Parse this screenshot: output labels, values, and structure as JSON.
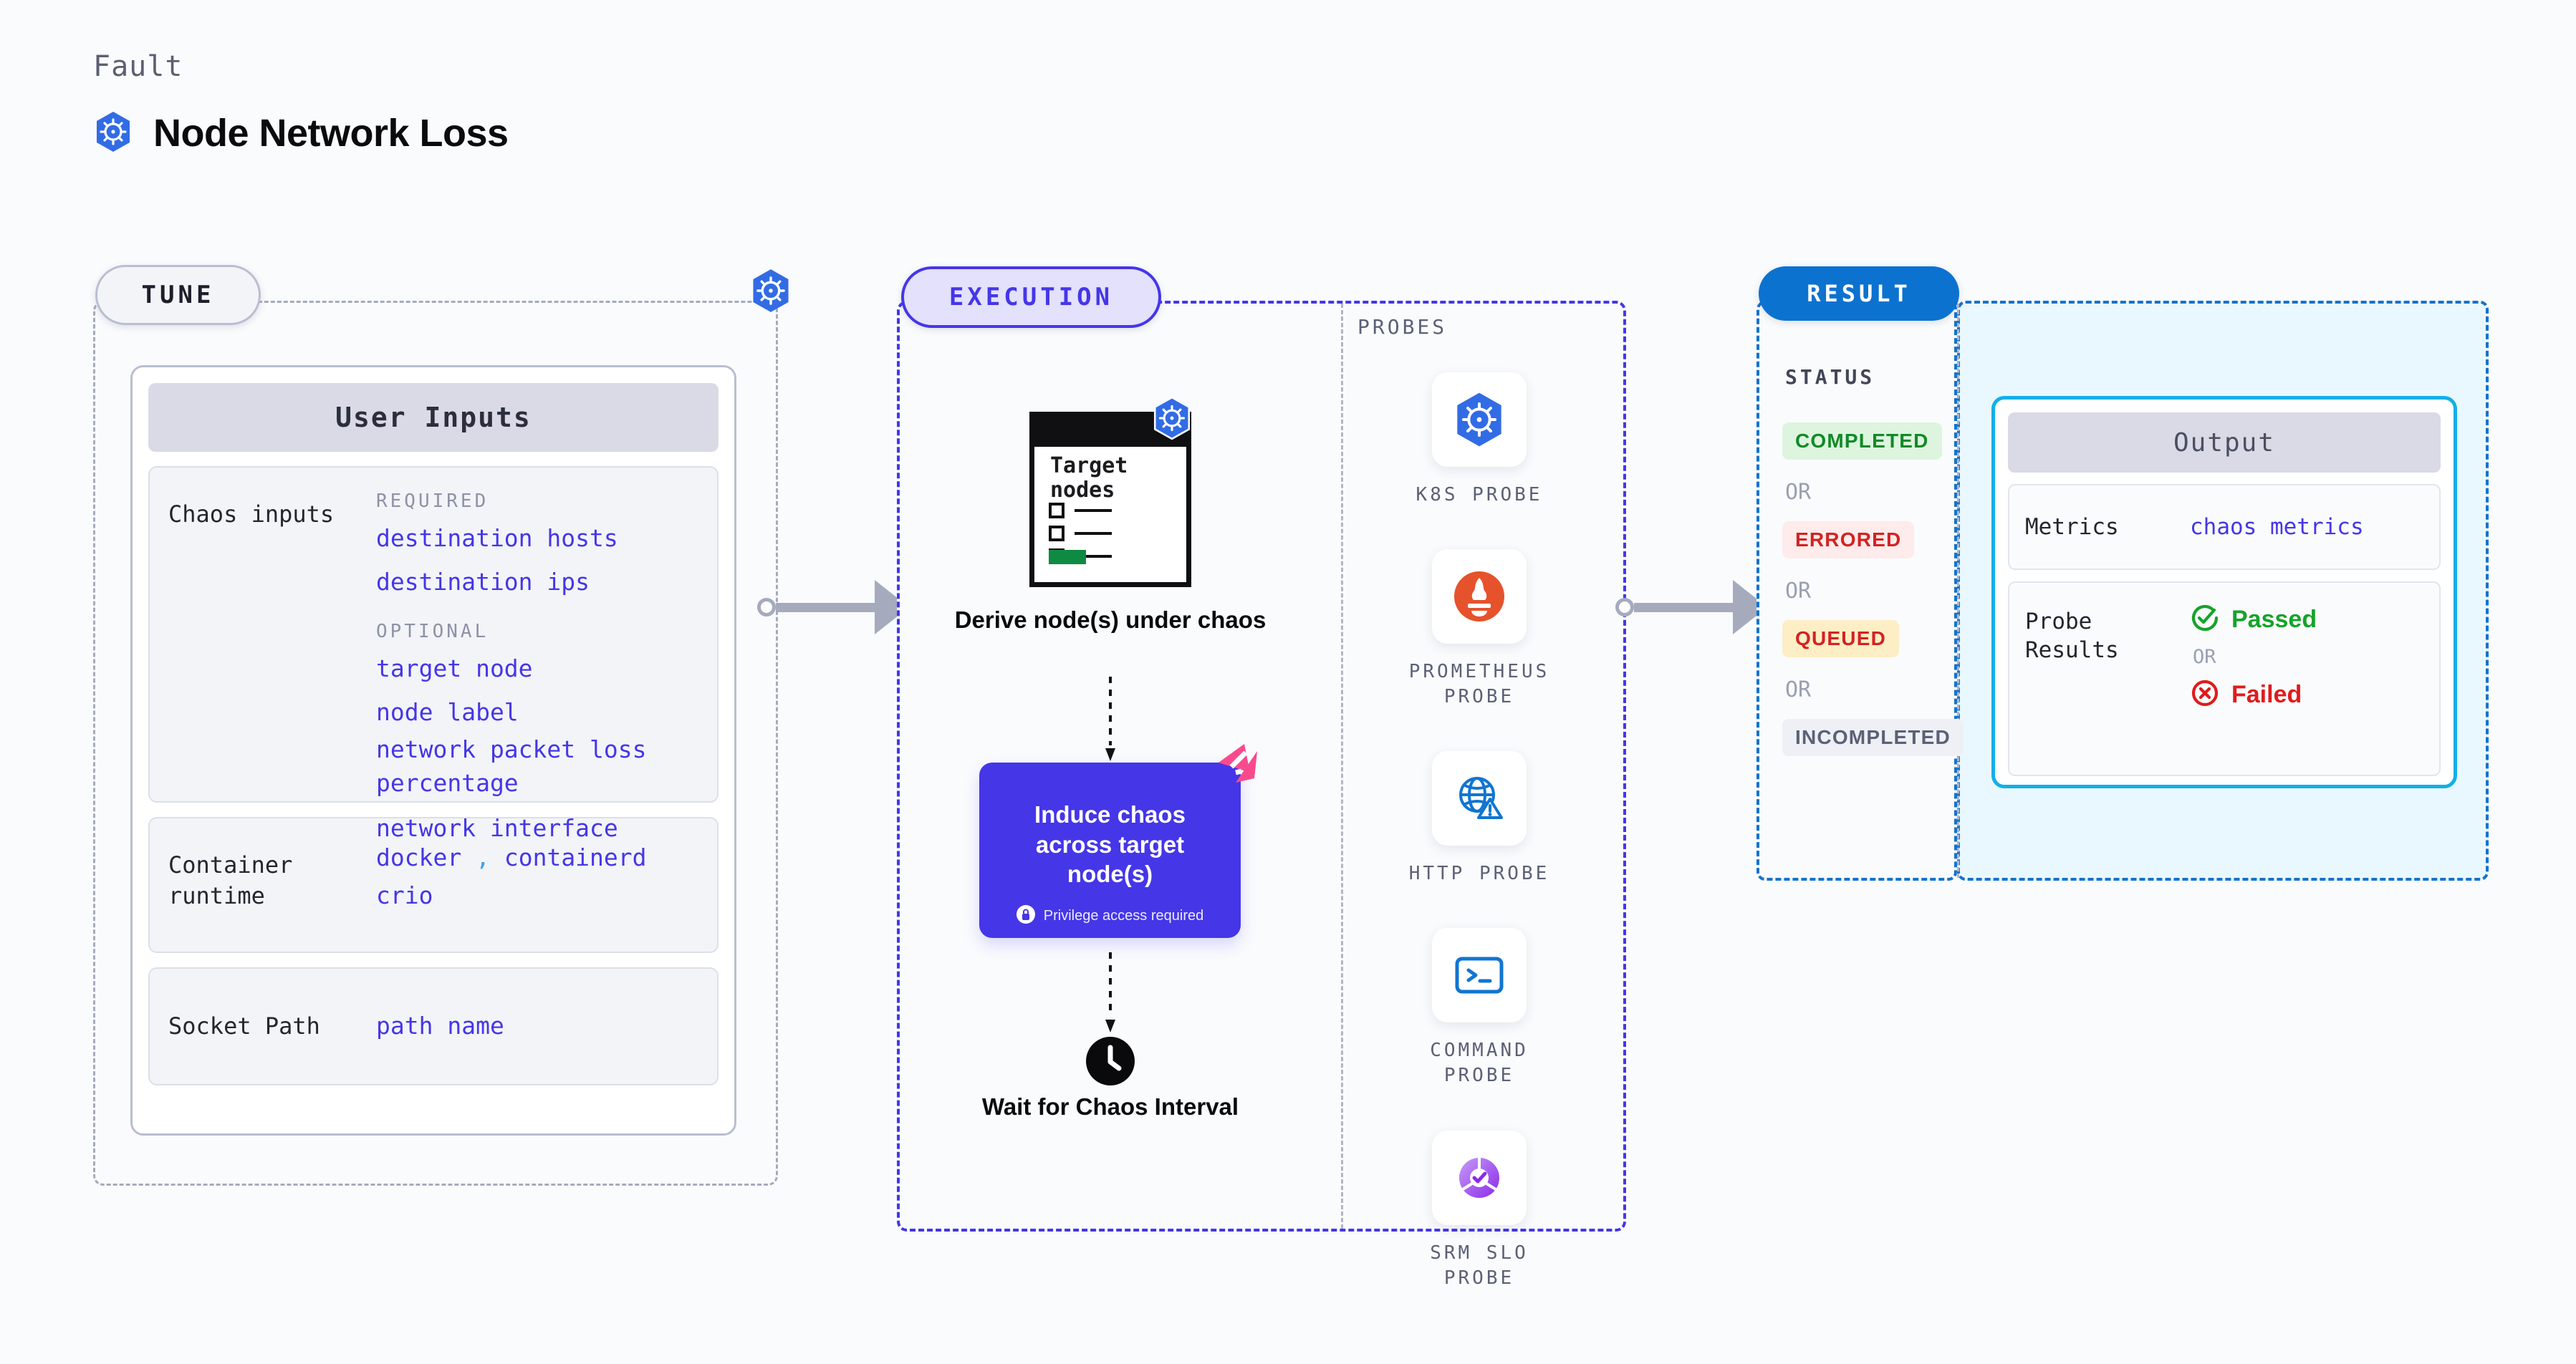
{
  "header": {
    "eyebrow": "Fault",
    "title": "Node Network Loss",
    "icon": "kubernetes-icon"
  },
  "tune": {
    "pill_label": "TUNE",
    "badge_icon": "kubernetes-icon",
    "card": {
      "header": "User Inputs",
      "rows": [
        {
          "label": "Chaos inputs",
          "groups": [
            {
              "title": "REQUIRED",
              "values": [
                "destination hosts",
                "destination ips"
              ]
            },
            {
              "title": "OPTIONAL",
              "values": [
                "target node",
                "node label",
                "network packet loss percentage",
                "network interface"
              ]
            }
          ]
        },
        {
          "label": "Container runtime",
          "values": [
            "docker",
            "containerd",
            "crio"
          ],
          "separator": ","
        },
        {
          "label": "Socket Path",
          "values": [
            "path name"
          ]
        }
      ]
    }
  },
  "execution": {
    "pill_label": "EXECUTION",
    "probes_label": "PROBES",
    "doc": {
      "title": "Target nodes",
      "badge_icon": "kubernetes-icon",
      "checkbox_rows": 3,
      "progress_color": "#0f8a43"
    },
    "step1_caption": "Derive node(s) under chaos",
    "step2": {
      "title": "Induce chaos across target node(s)",
      "privilege_note": "Privilege access required",
      "privilege_icon": "lock-icon",
      "corner_icon": "harness-logo",
      "color": "#4536e8"
    },
    "step3": {
      "icon": "clock-icon",
      "caption": "Wait for Chaos Interval"
    },
    "probes": [
      {
        "name": "K8S PROBE",
        "icon": "kubernetes-icon"
      },
      {
        "name": "PROMETHEUS PROBE",
        "icon": "prometheus-icon"
      },
      {
        "name": "HTTP PROBE",
        "icon": "globe-warning-icon"
      },
      {
        "name": "COMMAND PROBE",
        "icon": "terminal-icon"
      },
      {
        "name": "SRM SLO PROBE",
        "icon": "slo-donut-icon"
      }
    ]
  },
  "result": {
    "pill_label": "RESULT",
    "status_label": "STATUS",
    "or_label": "OR",
    "statuses": [
      {
        "label": "COMPLETED",
        "color": "#128a28",
        "bg": "#ddf5de"
      },
      {
        "label": "ERRORED",
        "color": "#d42222",
        "bg": "#fdeceb"
      },
      {
        "label": "QUEUED",
        "color": "#d42222",
        "bg": "#fdeec5"
      },
      {
        "label": "INCOMPLETED",
        "color": "#5b6176",
        "bg": "#eef0f5"
      }
    ],
    "output": {
      "header": "Output",
      "rows": [
        {
          "label": "Metrics",
          "value": "chaos metrics"
        },
        {
          "label": "Probe Results",
          "passed": "Passed",
          "passed_icon": "check-circle-icon",
          "passed_color": "#16a32a",
          "or": "OR",
          "failed": "Failed",
          "failed_icon": "x-circle-icon",
          "failed_color": "#e01b1b"
        }
      ]
    }
  },
  "connectors": {
    "tune_to_execution": "arrow-right",
    "execution_to_result": "arrow-right"
  }
}
